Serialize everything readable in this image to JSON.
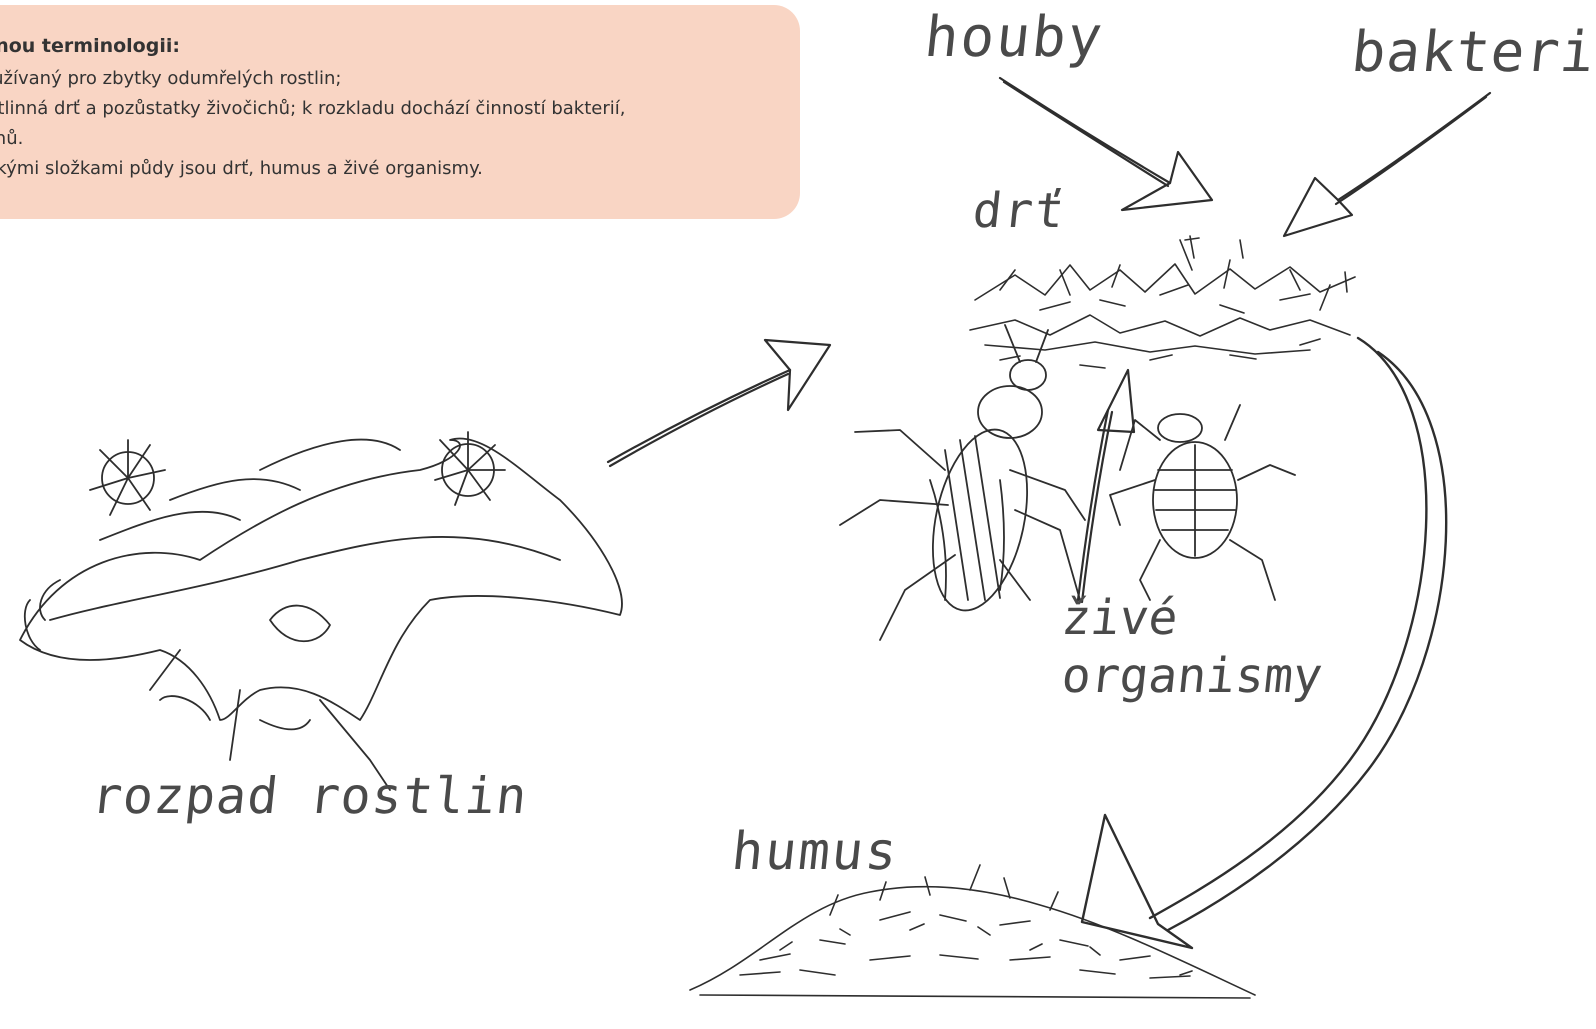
{
  "infobox": {
    "heading": "ávnou terminologii:",
    "lines": [
      "ín užívaný pro zbytky odumřelých rostlin;",
      "rostlinná drť a pozůstatky živočichů; k rozkladu dochází činností bakterií,",
      "čichů.",
      "nickými složkami půdy jsou drť, humus a živé organismy."
    ],
    "background_color": "#f9d5c4"
  },
  "diagram": {
    "labels": {
      "houby": "houby",
      "bakterie": "bakterie",
      "drt": "drť",
      "zive": "živé",
      "organismy": "organismy",
      "rozpad": "rozpad rostlin",
      "humus": "humus"
    },
    "ink_color": "#333333"
  }
}
